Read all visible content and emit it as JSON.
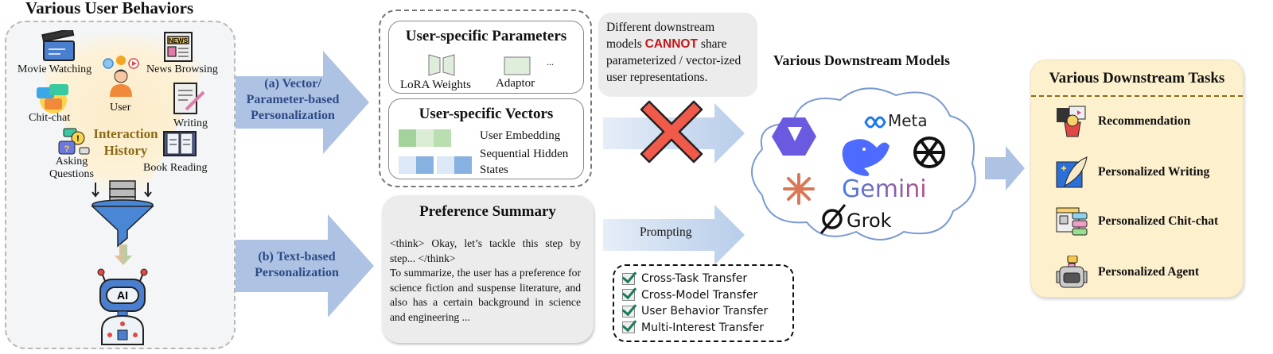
{
  "behaviors": {
    "title": "Various User Behaviors",
    "center_label": "User",
    "items": [
      "Movie Watching",
      "News Browsing",
      "Chit-chat",
      "Writing",
      "Asking Questions",
      "Book Reading"
    ],
    "interaction_history": [
      "Interaction",
      "History"
    ],
    "news_badge": "NEWS",
    "ai_badge": "AI"
  },
  "arrows": {
    "vector_label": [
      "(a) Vector/",
      "Parameter-based",
      "Personalization"
    ],
    "text_label": [
      "(b) Text-based",
      "Personalization"
    ],
    "prompting": "Prompting"
  },
  "params": {
    "title": "User-specific Parameters",
    "lora": "LoRA Weights",
    "adaptor": "Adaptor",
    "ellipsis": "..."
  },
  "vectors": {
    "title": "User-specific Vectors",
    "embedding": "User Embedding",
    "hidden": [
      "Sequential Hidden",
      "States"
    ]
  },
  "cannot": {
    "before": "Different downstream models ",
    "keyword": "CANNOT",
    "after": " share parameterized / vector-ized user representations."
  },
  "preference": {
    "title": "Preference Summary",
    "think": "<think> Okay, let’s tackle this step by step... </think>",
    "summary": "To summarize, the user has a preference for science fiction and suspense literature, and also has a certain background in science and engineering ..."
  },
  "transfers": [
    "Cross-Task Transfer",
    "Cross-Model Transfer",
    "User Behavior Transfer",
    "Multi-Interest Transfer"
  ],
  "models": {
    "title": "Various Downstream Models",
    "logos": [
      "Qwen",
      "Meta",
      "DeepSeek",
      "OpenAI",
      "Claude",
      "Gemini",
      "Grok"
    ],
    "meta_text": "Meta",
    "gemini_text": "Gemini",
    "grok_text": "Grok"
  },
  "tasks": {
    "title": "Various Downstream Tasks",
    "items": [
      "Recommendation",
      "Personalized Writing",
      "Personalized Chit-chat",
      "Personalized Agent"
    ]
  },
  "colors": {
    "arrow_blue": "#aec3e3",
    "arrow_text": "#2c4a86",
    "cannot_red": "#c0171a",
    "history_gold": "#8a6a14",
    "tasks_bg": "#fdf0cd",
    "cloud_stroke": "#7b9bd0"
  }
}
